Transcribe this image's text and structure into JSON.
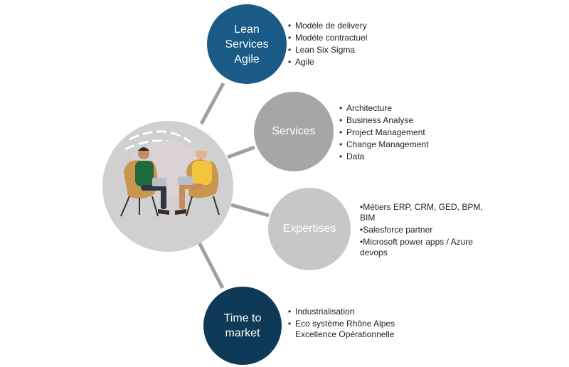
{
  "colors": {
    "node_lean": "#1a5a86",
    "node_services": "#a6a6a6",
    "node_expertises": "#c7c7c7",
    "node_time": "#0e3a57",
    "center": "#d0d0d0",
    "connector": "#a0a0a0",
    "text": "#222222"
  },
  "nodes": {
    "lean": {
      "label": "Lean\nServices\nAgile",
      "bullets": [
        "Modèle de delivery",
        "Modèle contractuel",
        "Lean Six Sigma",
        "Agile"
      ]
    },
    "services": {
      "label": "Services",
      "bullets": [
        "Architecture",
        "Business Analyse",
        "Project Management",
        "Change Management",
        "Data"
      ]
    },
    "expertises": {
      "label": "Expertises",
      "bullets": [
        "•Métiers ERP, CRM, GED, BPM, BIM",
        "•Salesforce partner",
        "•Microsoft power apps / Azure devops"
      ]
    },
    "time": {
      "label": "Time to\nmarket",
      "bullets": [
        "Industrialisation",
        "Eco système Rhône Alpes Excellence Opérationnelle"
      ]
    }
  }
}
